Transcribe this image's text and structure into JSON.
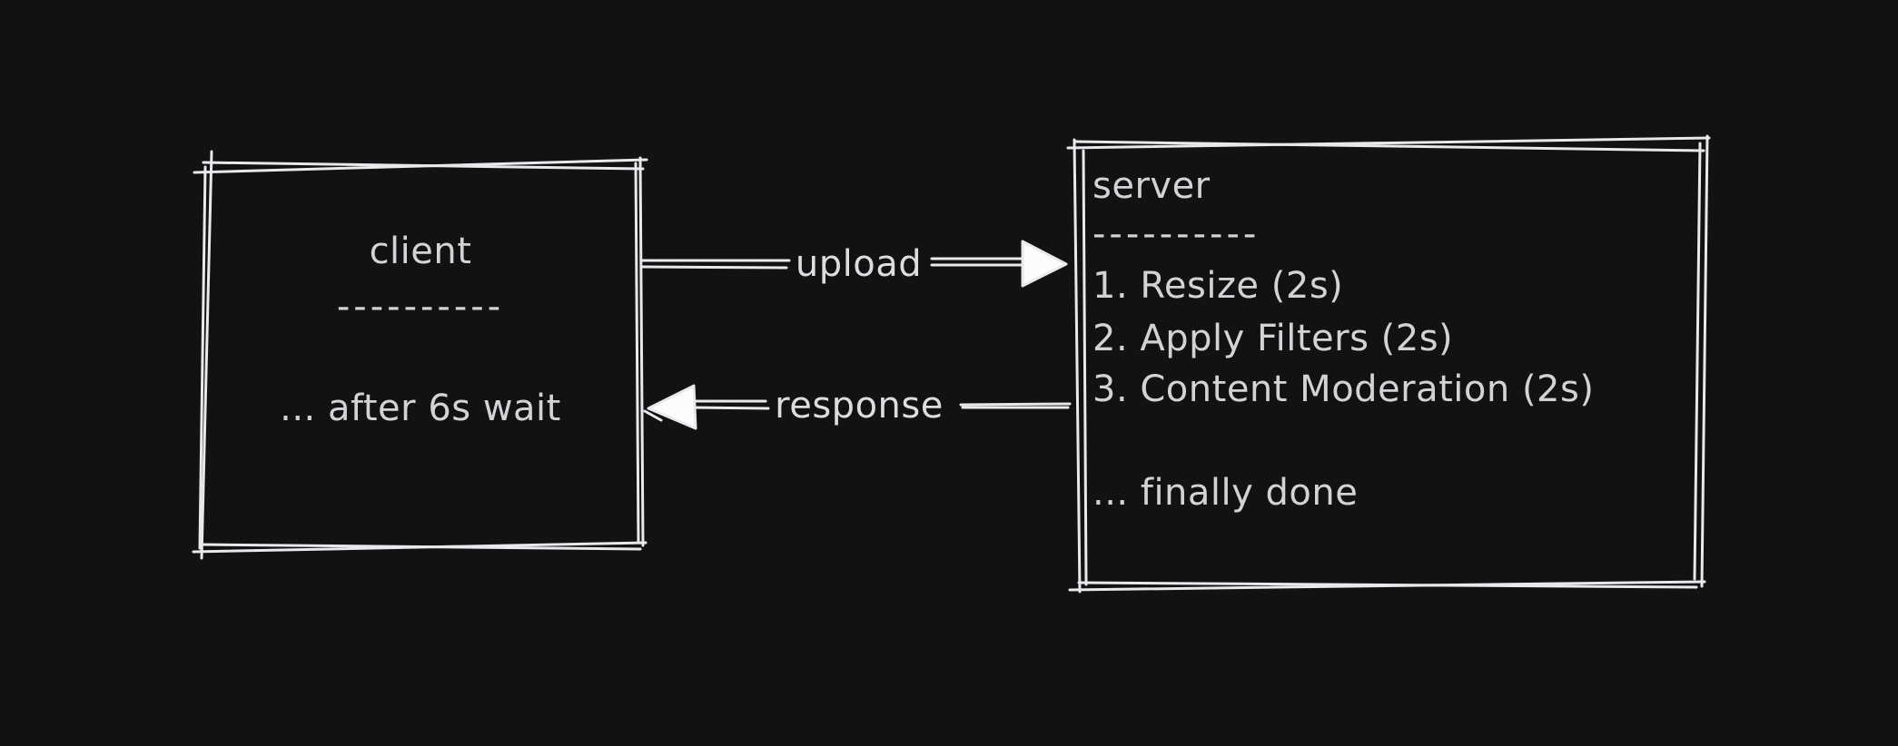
{
  "diagram": {
    "background_color": "#121212",
    "stroke_color": "#e8e8ed",
    "text_color": "#d2d2d7",
    "arrowhead_fill": "#fcfcfd",
    "client_box": {
      "title": "client",
      "separator": "----------",
      "note": "... after 6s wait"
    },
    "server_box": {
      "title": "server",
      "separator": "----------",
      "steps": [
        "1. Resize (2s)",
        "2. Apply Filters (2s)",
        "3. Content Moderation (2s)"
      ],
      "note": "... finally done"
    },
    "arrows": {
      "upload": {
        "label": "upload",
        "from": "client",
        "to": "server"
      },
      "response": {
        "label": "response",
        "from": "server",
        "to": "client"
      }
    }
  }
}
